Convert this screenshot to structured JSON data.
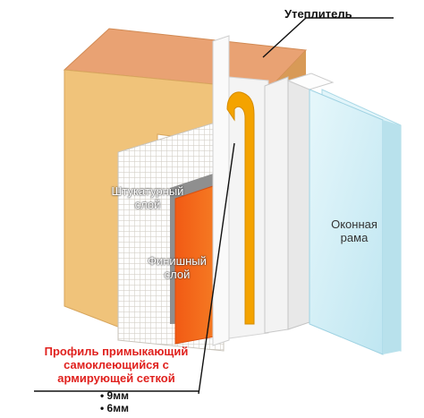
{
  "labels": {
    "insulation": "Утеплитель",
    "plaster_line1": "Штукатурный",
    "plaster_line2": "слой",
    "finish_line1": "Финишный",
    "finish_line2": "слой",
    "window_line1": "Оконная",
    "window_line2": "рама",
    "profile_line1": "Профиль примыкающий",
    "profile_line2": "самоклеющийся с",
    "profile_line3": "армирующей сеткой"
  },
  "sizes": [
    "9мм",
    "6мм"
  ],
  "colors": {
    "insulation_face": "#f0c37a",
    "insulation_top": "#e9a273",
    "insulation_side": "#d89a57",
    "finish_layer": "#f26a1c",
    "tape": "#f4a300",
    "glass": "#cfeef7",
    "red_label": "#e0211e"
  }
}
